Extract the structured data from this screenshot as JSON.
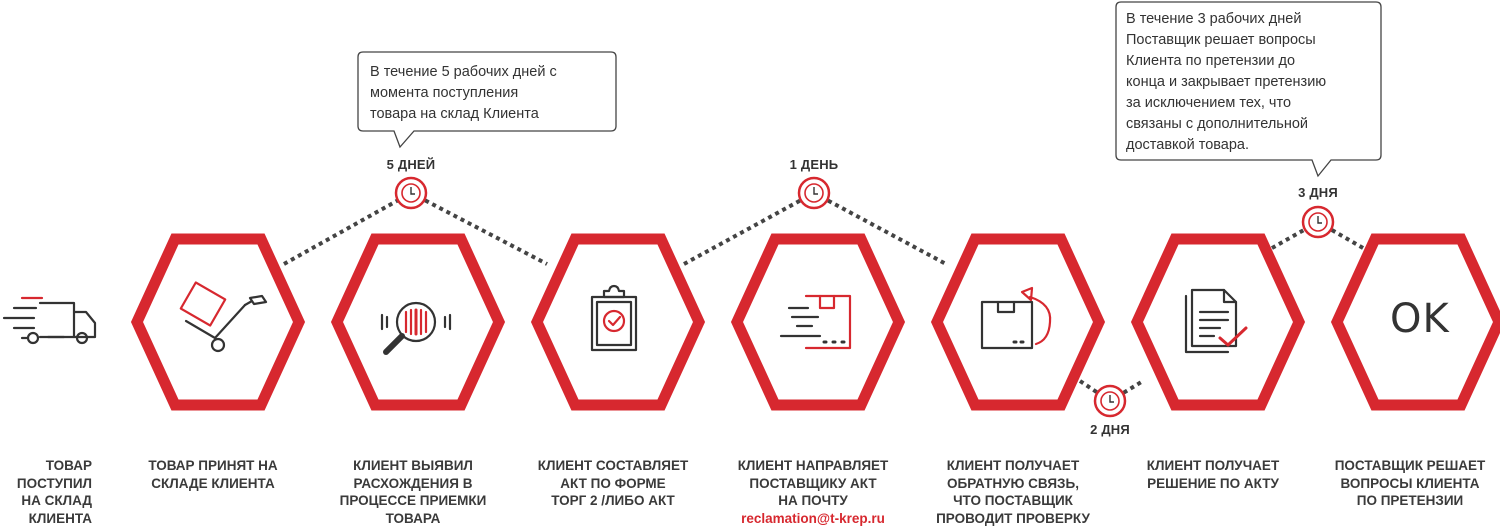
{
  "colors": {
    "accent": "#d7282f",
    "text": "#333333",
    "dots": "#444444"
  },
  "bubbles": {
    "first": "В течение 5 рабочих дней с\nмомента поступления\nтовара на склад Клиента",
    "last": "В течение 3 рабочих дней\nПоставщик решает вопросы\nКлиента по претензии до\nконца и закрывает претензию\nза исключением тех, что\nсвязаны с дополнительной\nдоставкой товара."
  },
  "durations": {
    "d1": "5 ДНЕЙ",
    "d2": "1 ДЕНЬ",
    "d3": "2 ДНЯ",
    "d4": "3 ДНЯ"
  },
  "steps": [
    {
      "label": "ТОВАР\nПОСТУПИЛ\nНА СКЛАД\nКЛИЕНТА",
      "icon": "truck-icon"
    },
    {
      "label": "ТОВАР ПРИНЯТ НА\nСКЛАДЕ КЛИЕНТА",
      "icon": "hand-truck-icon"
    },
    {
      "label": "КЛИЕНТ ВЫЯВИЛ\nРАСХОЖДЕНИЯ В\nПРОЦЕССЕ ПРИЕМКИ\nТОВАРА",
      "icon": "barcode-magnifier-icon"
    },
    {
      "label": "КЛИЕНТ СОСТАВЛЯЕТ\nАКТ ПО ФОРМЕ\nТОРГ 2 /ЛИБО АКТ",
      "icon": "clipboard-check-icon"
    },
    {
      "label": "КЛИЕНТ НАПРАВЛЯЕТ\nПОСТАВЩИКУ АКТ\nНА ПОЧТУ",
      "email": "reclamation@t-krep.ru",
      "icon": "fast-box-icon"
    },
    {
      "label": "КЛИЕНТ ПОЛУЧАЕТ\nОБРАТНУЮ СВЯЗЬ,\nЧТО ПОСТАВЩИК\nПРОВОДИТ ПРОВЕРКУ",
      "icon": "box-return-icon"
    },
    {
      "label": "КЛИЕНТ ПОЛУЧАЕТ\nРЕШЕНИЕ ПО АКТУ",
      "icon": "document-check-icon"
    },
    {
      "label": "ПОСТАВЩИК РЕШАЕТ\nВОПРОСЫ КЛИЕНТА\nПО ПРЕТЕНЗИИ",
      "icon": "ok-icon",
      "icon_text": "OK"
    }
  ]
}
